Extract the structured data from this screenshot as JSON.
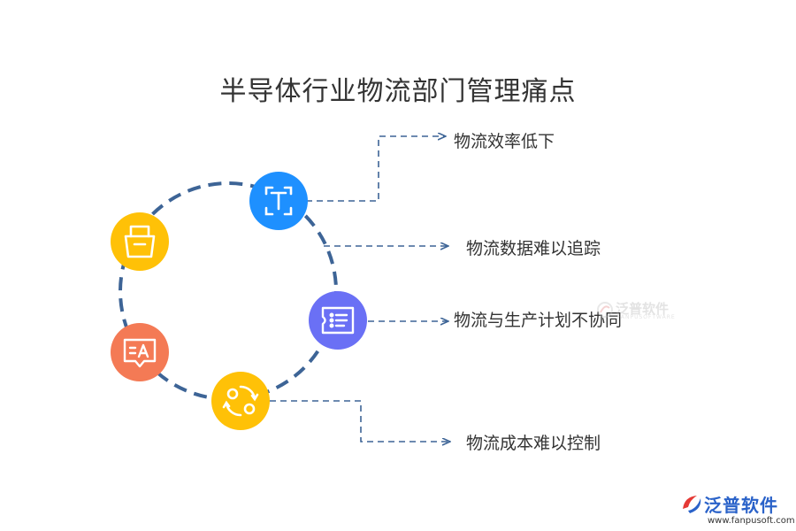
{
  "title": "半导体行业物流部门管理痛点",
  "items": [
    {
      "label": "物流效率低下",
      "icon": "text-tool-icon",
      "color": "#1e90ff"
    },
    {
      "label": "物流数据难以追踪",
      "icon": "basket-icon",
      "color": "#ffc107"
    },
    {
      "label": "物流与生产计划不协同",
      "icon": "ticket-list-icon",
      "color": "#6a70f5"
    },
    {
      "label": "物流成本难以控制",
      "icon": "cycle-exchange-icon",
      "color": "#ffc107"
    },
    {
      "label": "",
      "icon": "translate-chat-icon",
      "color": "#f47a55"
    }
  ],
  "watermark": {
    "text": "泛普软件",
    "sub": "FANPUSOFTWARE"
  },
  "brand": {
    "name": "泛普软件",
    "url": "www.fanpusoft.com",
    "color": "#2a62c9"
  },
  "colors": {
    "connector": "#3d6496",
    "ring": "#3d6496"
  }
}
